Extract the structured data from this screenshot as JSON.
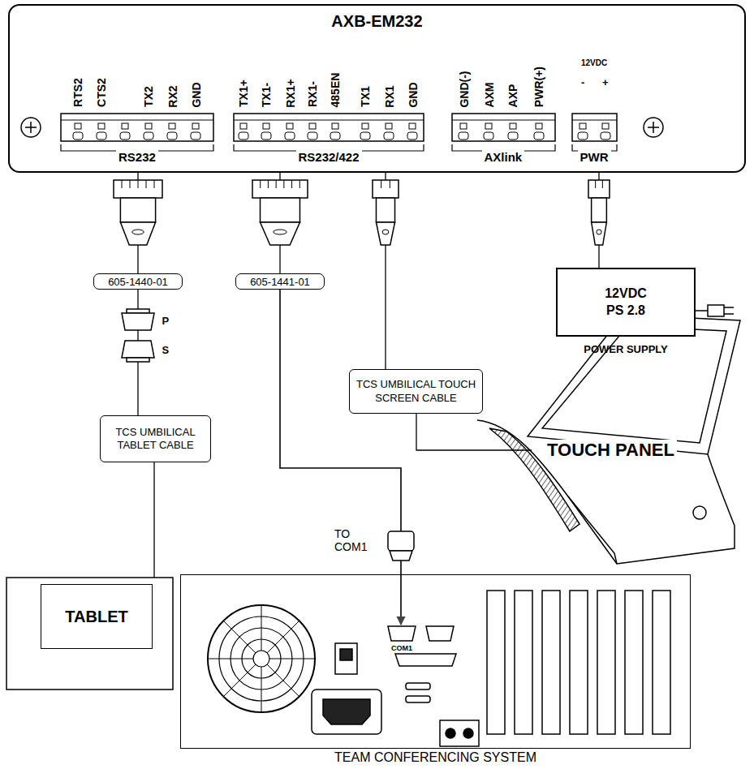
{
  "diagram": {
    "nodes": [
      {
        "text": [
          "AXB-EM232"
        ]
      },
      {
        "text": [
          "605-1440-01"
        ]
      },
      {
        "text": [
          "605-1441-01"
        ]
      },
      {
        "text": [
          "TCS UMBILICAL TABLET CABLE"
        ]
      },
      {
        "text": [
          "TCS UMBILICAL TOUCH SCREEN CABLE"
        ]
      },
      {
        "text": [
          "12VDC PS 2.8",
          "POWER SUPPLY"
        ]
      },
      {
        "text": [
          "TABLET"
        ]
      },
      {
        "text": [
          "TOUCH PANEL"
        ]
      },
      {
        "text": [
          "TEAM CONFERENCING SYSTEM"
        ]
      }
    ],
    "edges": [
      {
        "from": 0,
        "to": 1,
        "arrow": "none"
      },
      {
        "from": 1,
        "to": 3,
        "arrow": "none"
      },
      {
        "from": 3,
        "to": 6,
        "arrow": "none"
      },
      {
        "from": 0,
        "to": 2,
        "arrow": "none"
      },
      {
        "from": 2,
        "to": 8,
        "arrow": "to"
      },
      {
        "from": 0,
        "to": 4,
        "arrow": "none"
      },
      {
        "from": 4,
        "to": 7,
        "arrow": "none"
      },
      {
        "from": 0,
        "to": 5,
        "arrow": "none"
      }
    ],
    "labels": [
      "RTS2",
      "CTS2",
      "TX2",
      "RX2",
      "GND",
      "TX1+",
      "TX1-",
      "RX1+",
      "RX1-",
      "485EN",
      "TX1",
      "RX1",
      "GND",
      "GND(-)",
      "AXM",
      "AXP",
      "PWR(+)",
      "12VDC",
      "-",
      "+",
      "RS232",
      "RS232/422",
      "AXlink",
      "PWR",
      "P",
      "S",
      "TO COM1",
      "COM1"
    ]
  }
}
